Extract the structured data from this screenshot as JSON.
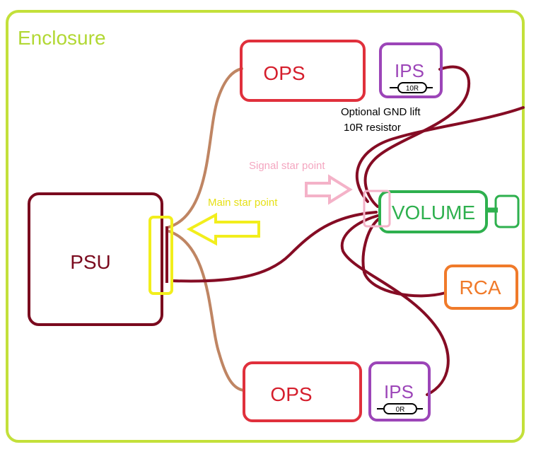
{
  "enclosure": {
    "label": "Enclosure"
  },
  "psu": {
    "label": "PSU"
  },
  "ops_top": {
    "label": "OPS"
  },
  "ops_bottom": {
    "label": "OPS"
  },
  "ips_top": {
    "label": "IPS",
    "resistor_label": "10R"
  },
  "ips_bottom": {
    "label": "IPS",
    "resistor_label": "0R"
  },
  "volume": {
    "label": "VOLUME"
  },
  "rca": {
    "label": "RCA"
  },
  "annotations": {
    "main_star_point": "Main star point",
    "signal_star_point": "Signal star point",
    "gnd_lift_line1": "Optional GND lift",
    "gnd_lift_line2": "10R resistor"
  },
  "colors": {
    "enclosure": "#c3e03a",
    "psu": "#7a0a1e",
    "ops": "#e0303c",
    "ips": "#9c45b8",
    "volume": "#2eb04e",
    "rca": "#f07a2a",
    "wire_dark": "#850c24",
    "wire_tan": "#bf8563",
    "main_star": "#f2ee1c",
    "signal_star": "#f4b2c8"
  }
}
